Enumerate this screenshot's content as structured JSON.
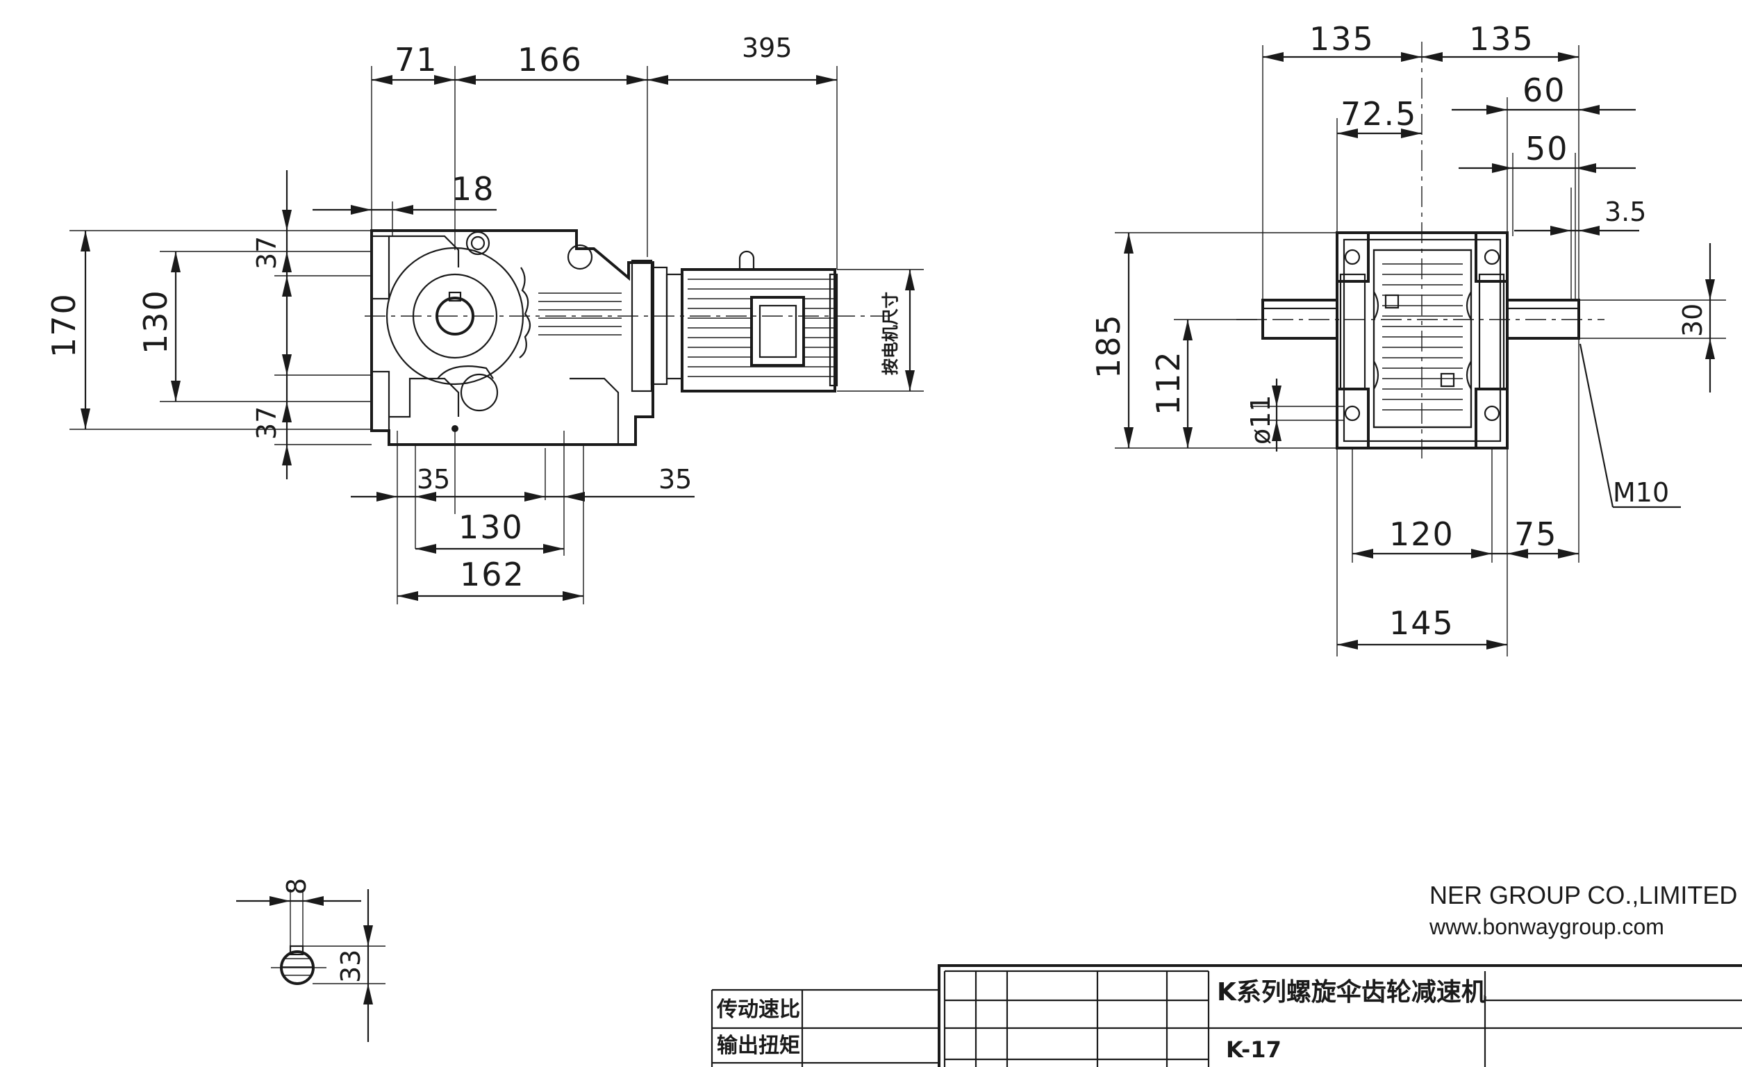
{
  "front_view": {
    "dims_top": [
      "71",
      "166",
      "395"
    ],
    "dim_18": "18",
    "dims_left": [
      "170",
      "130"
    ],
    "dims_37": [
      "37",
      "37"
    ],
    "dims_bottom": [
      "35",
      "35",
      "130",
      "162"
    ],
    "motor_note": "按电机尺寸"
  },
  "side_view": {
    "dims_top": [
      "135",
      "135",
      "72.5",
      "60",
      "50",
      "3.5"
    ],
    "dims_left": [
      "185",
      "112",
      "ø11"
    ],
    "dim_30": "30",
    "thread": "M10",
    "dims_bottom": [
      "120",
      "75",
      "145"
    ]
  },
  "shaft_section": {
    "key_width": "8",
    "height": "33"
  },
  "company": {
    "name": "NER GROUP CO.,LIMITED",
    "url": "www.bonwaygroup.com"
  },
  "title_block": {
    "rows": [
      "传动速比",
      "输出扭矩"
    ],
    "title": "K系列螺旋伞齿轮减速机",
    "model": "K-17"
  }
}
